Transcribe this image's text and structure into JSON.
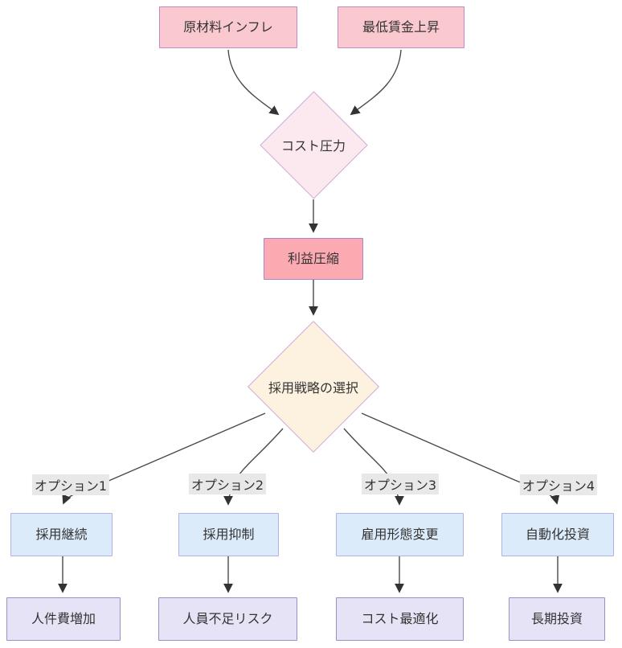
{
  "diagram": {
    "kind": "flowchart-top-down",
    "nodes": {
      "raw_material_inflation": {
        "label": "原材料インフレ",
        "shape": "rect",
        "fill": "#fac9cf"
      },
      "min_wage_increase": {
        "label": "最低賃金上昇",
        "shape": "rect",
        "fill": "#fac9cf"
      },
      "cost_pressure": {
        "label": "コスト圧力",
        "shape": "diamond",
        "fill": "#fce9ef"
      },
      "profit_squeeze": {
        "label": "利益圧縮",
        "shape": "rect",
        "fill": "#fbaab1"
      },
      "hiring_strategy_choice": {
        "label": "採用戦略の選択",
        "shape": "diamond",
        "fill": "#fdf2e0"
      },
      "continue_hiring": {
        "label": "採用継続",
        "shape": "rect",
        "fill": "#dcebfa"
      },
      "hiring_restraint": {
        "label": "採用抑制",
        "shape": "rect",
        "fill": "#dcebfa"
      },
      "employment_type_change": {
        "label": "雇用形態変更",
        "shape": "rect",
        "fill": "#dcebfa"
      },
      "automation_investment": {
        "label": "自動化投資",
        "shape": "rect",
        "fill": "#dcebfa"
      },
      "labor_cost_increase": {
        "label": "人件費増加",
        "shape": "rect",
        "fill": "#e7e3f6"
      },
      "staff_shortage_risk": {
        "label": "人員不足リスク",
        "shape": "rect",
        "fill": "#e7e3f6"
      },
      "cost_optimization": {
        "label": "コスト最適化",
        "shape": "rect",
        "fill": "#e7e3f6"
      },
      "long_term_investment": {
        "label": "長期投資",
        "shape": "rect",
        "fill": "#e7e3f6"
      }
    },
    "edge_labels": {
      "option1": "オプション1",
      "option2": "オプション2",
      "option3": "オプション3",
      "option4": "オプション4"
    },
    "edges": [
      {
        "from": "原材料インフレ",
        "to": "コスト圧力"
      },
      {
        "from": "最低賃金上昇",
        "to": "コスト圧力"
      },
      {
        "from": "コスト圧力",
        "to": "利益圧縮"
      },
      {
        "from": "利益圧縮",
        "to": "採用戦略の選択"
      },
      {
        "from": "採用戦略の選択",
        "to": "採用継続",
        "label": "オプション1"
      },
      {
        "from": "採用戦略の選択",
        "to": "採用抑制",
        "label": "オプション2"
      },
      {
        "from": "採用戦略の選択",
        "to": "雇用形態変更",
        "label": "オプション3"
      },
      {
        "from": "採用戦略の選択",
        "to": "自動化投資",
        "label": "オプション4"
      },
      {
        "from": "採用継続",
        "to": "人件費増加"
      },
      {
        "from": "採用抑制",
        "to": "人員不足リスク"
      },
      {
        "from": "雇用形態変更",
        "to": "コスト最適化"
      },
      {
        "from": "自動化投資",
        "to": "長期投資"
      }
    ],
    "colors": {
      "pink_fill": "#fac9cf",
      "pink_stroke": "#c08ac2",
      "red_fill": "#fbaab1",
      "red_stroke": "#ab84cc",
      "diamond_pink_fill": "#fce9ef",
      "diamond_cream_fill": "#fdf2e0",
      "diamond_stroke": "#cdabd8",
      "blue_fill": "#dcebfa",
      "blue_stroke": "#b3b1e3",
      "purple_fill": "#e7e3f6",
      "purple_stroke": "#9c8fc9",
      "edge_label_bg": "#e8e8e8",
      "edge_color": "#4a4a4a",
      "text_color": "#333333"
    }
  }
}
